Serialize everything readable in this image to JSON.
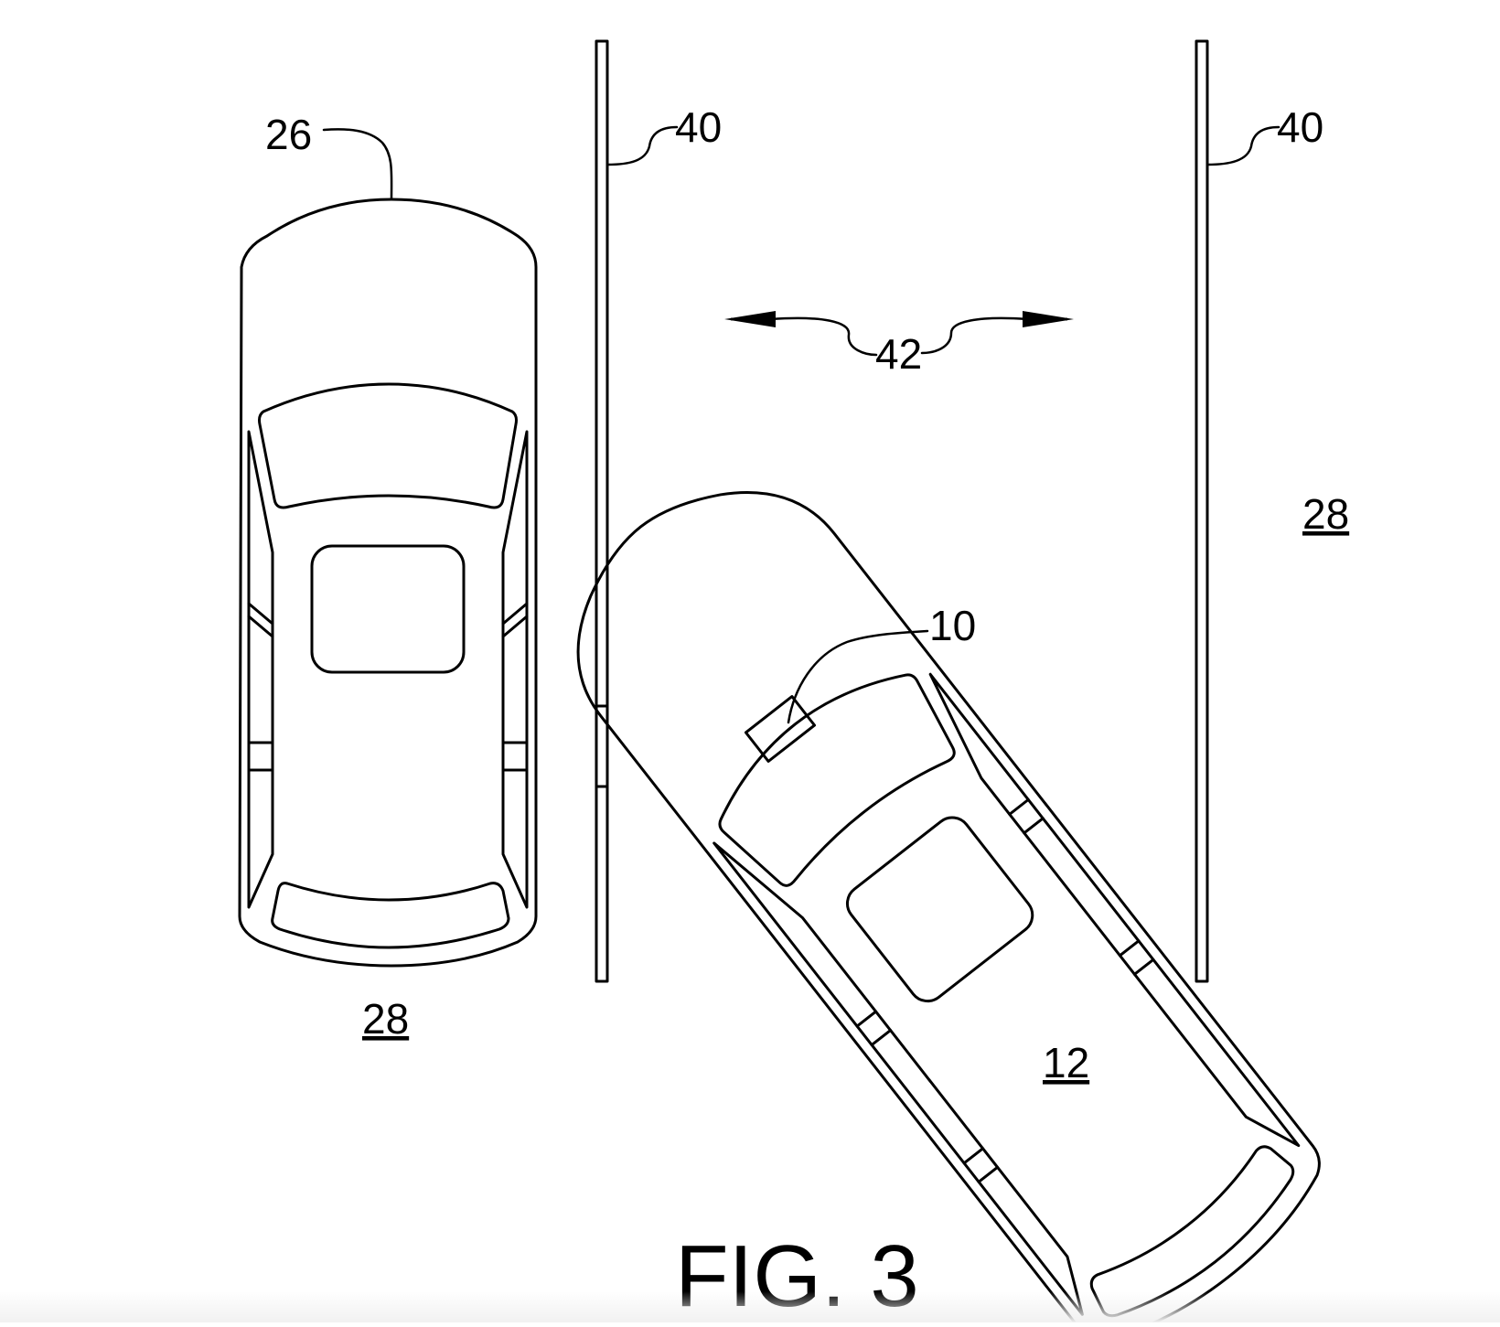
{
  "labels": {
    "vehicle_26": "26",
    "line_40_left": "40",
    "line_40_right": "40",
    "direction_42": "42",
    "zone_28_right": "28",
    "zone_28_bottom": "28",
    "device_10": "10",
    "vehicle_12": "12"
  },
  "caption": "FIG. 3"
}
